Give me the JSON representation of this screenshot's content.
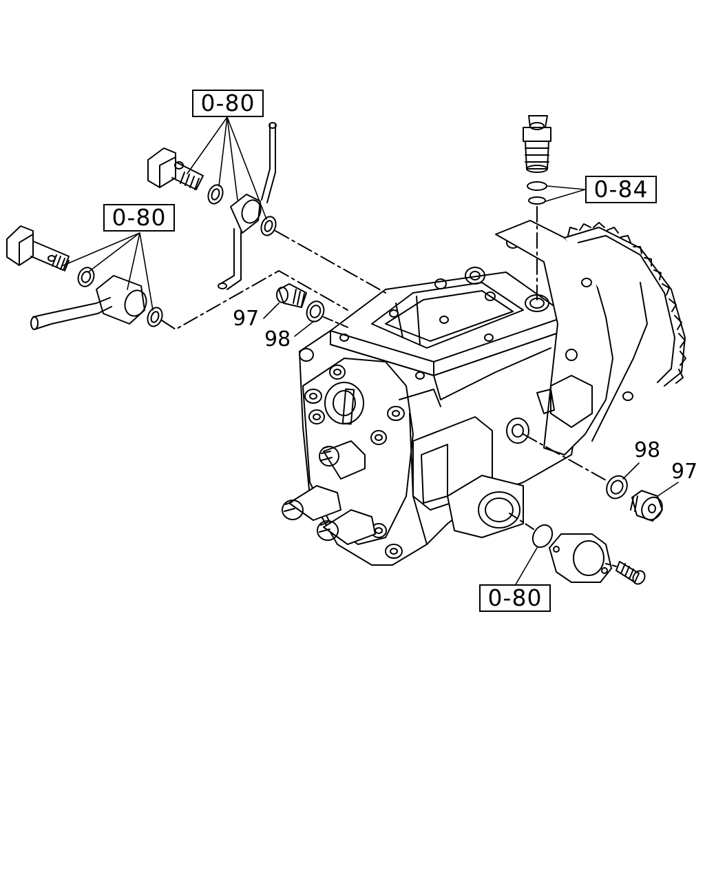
{
  "callouts": [
    {
      "label": "0-80"
    },
    {
      "label": "0-80"
    },
    {
      "label": "0-84"
    },
    {
      "label": "0-80"
    }
  ],
  "part_numbers": [
    {
      "label": "97"
    },
    {
      "label": "98"
    },
    {
      "label": "98"
    },
    {
      "label": "97"
    }
  ]
}
